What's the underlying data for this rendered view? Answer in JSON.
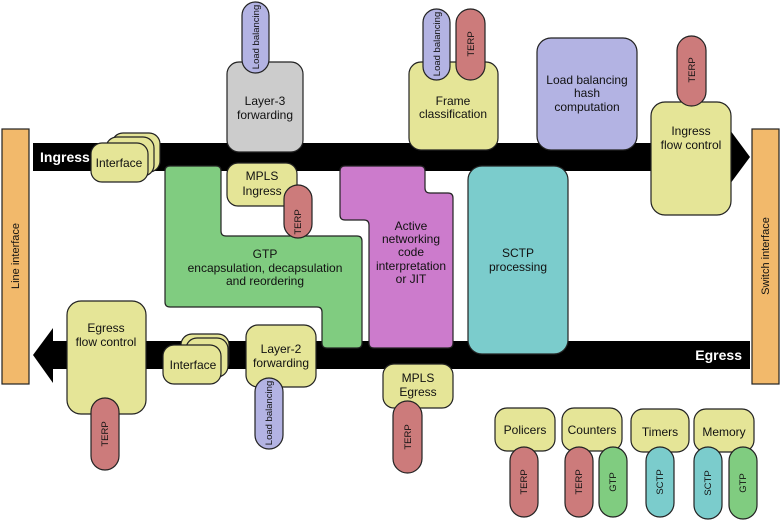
{
  "colors": {
    "yellow": "#e5e597",
    "gray": "#cccccc",
    "lavender": "#b3b3e3",
    "terp": "#cc7b7b",
    "green": "#80cc80",
    "magenta": "#cc7bcc",
    "teal": "#7bcccc",
    "orange": "#f2b96b",
    "bus": "#000000"
  },
  "sides": {
    "line_interface": "Line interface",
    "switch_interface": "Switch interface"
  },
  "buses": {
    "ingress": "Ingress",
    "egress": "Egress"
  },
  "blocks": {
    "layer3": [
      "Layer-3",
      "forwarding"
    ],
    "frame_class": [
      "Frame",
      "classification"
    ],
    "lb_hash": [
      "Load balancing",
      "hash",
      "computation"
    ],
    "ingress_fc": [
      "Ingress",
      "flow control"
    ],
    "interface_in": "Interface",
    "mpls_ingress": [
      "MPLS",
      "Ingress"
    ],
    "gtp": [
      "GTP",
      "encapsulation, decapsulation",
      "and reordering"
    ],
    "active_net": [
      "Active",
      "networking",
      "code",
      "interpretation",
      "or JIT"
    ],
    "sctp": [
      "SCTP",
      "processing"
    ],
    "egress_fc": [
      "Egress",
      "flow control"
    ],
    "interface_out": "Interface",
    "layer2": [
      "Layer-2",
      "forwarding"
    ],
    "mpls_egress": [
      "MPLS",
      "Egress"
    ]
  },
  "pills": {
    "load_balancing": "Load balancing",
    "terp": "TERP",
    "gtp": "GTP",
    "sctp": "SCTP"
  },
  "resources": {
    "policers": "Policers",
    "counters": "Counters",
    "timers": "Timers",
    "memory": "Memory"
  }
}
